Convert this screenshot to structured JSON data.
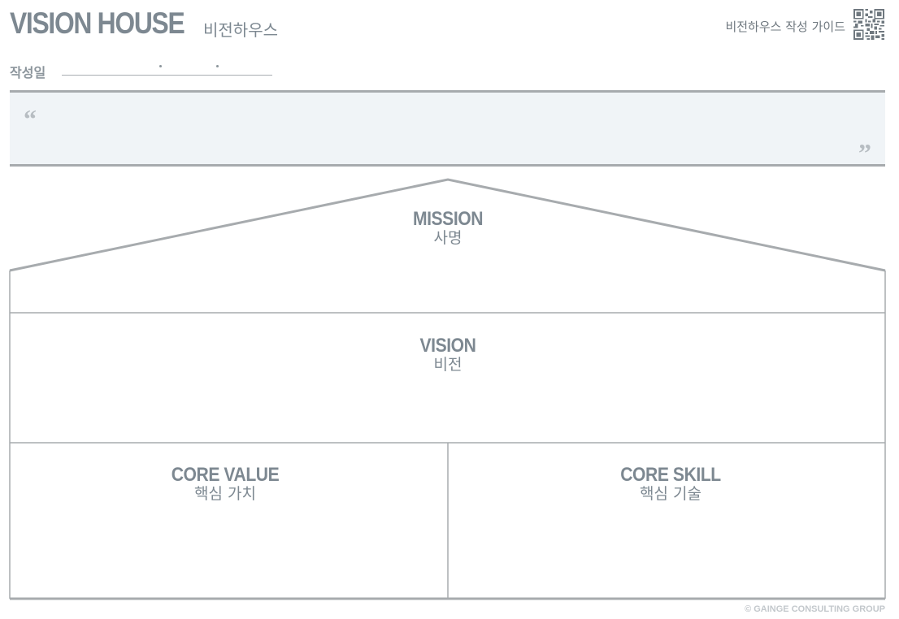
{
  "header": {
    "title_en": "VISION HOUSE",
    "title_ko": "비전하우스",
    "guide_label": "비전하우스 작성 가이드",
    "qr_icon": "qr-code-icon"
  },
  "form": {
    "date_label": "작성일"
  },
  "quote": {
    "open_mark": "“",
    "close_mark": "”"
  },
  "house": {
    "mission": {
      "en": "MISSION",
      "ko": "사명"
    },
    "vision": {
      "en": "VISION",
      "ko": "비전"
    },
    "core_value": {
      "en": "CORE VALUE",
      "ko": "핵심 가치"
    },
    "core_skill": {
      "en": "CORE SKILL",
      "ko": "핵심 기술"
    }
  },
  "footer": {
    "copyright": "© GAINGE CONSULTING GROUP"
  },
  "colors": {
    "text_gray": "#7d8891",
    "line_gray": "#a7abae",
    "quote_bg": "#f0f4f7"
  }
}
